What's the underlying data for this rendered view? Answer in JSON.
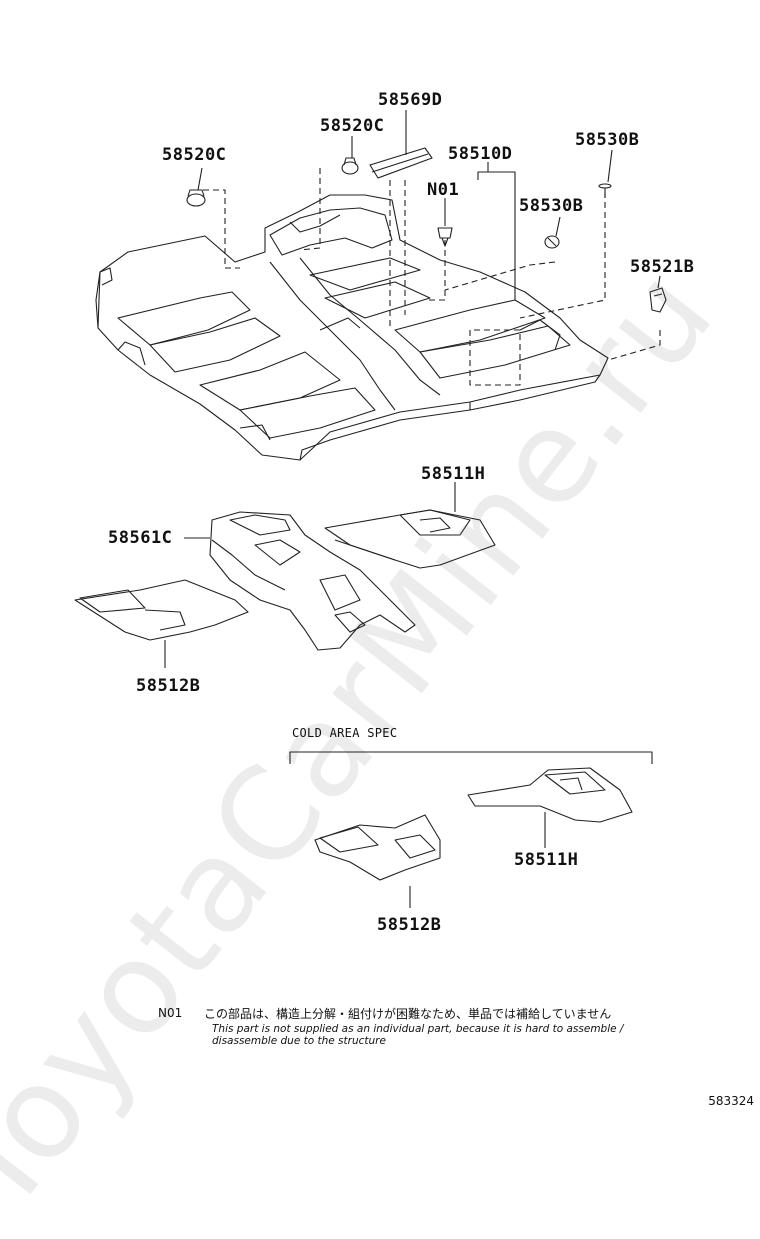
{
  "watermark": "ToyotaCarMine.ru",
  "labels": {
    "p58569D": "58569D",
    "p58520C_top": "58520C",
    "p58520C_left": "58520C",
    "p58510D": "58510D",
    "n01": "N01",
    "p58530B_top": "58530B",
    "p58530B_mid": "58530B",
    "p58521B": "58521B",
    "p58511H_top": "58511H",
    "p58561C": "58561C",
    "p58512B_top": "58512B",
    "p58511H_bottom": "58511H",
    "p58512B_bottom": "58512B"
  },
  "spec_title": "COLD AREA SPEC",
  "note": {
    "code": "N01",
    "jp": "この部品は、構造上分解・組付けが困難なため、単品では補給していません",
    "en_line1": "This part is not supplied as an individual part, because it is hard to assemble /",
    "en_line2": "disassemble due to the structure"
  },
  "figure_number": "583324"
}
